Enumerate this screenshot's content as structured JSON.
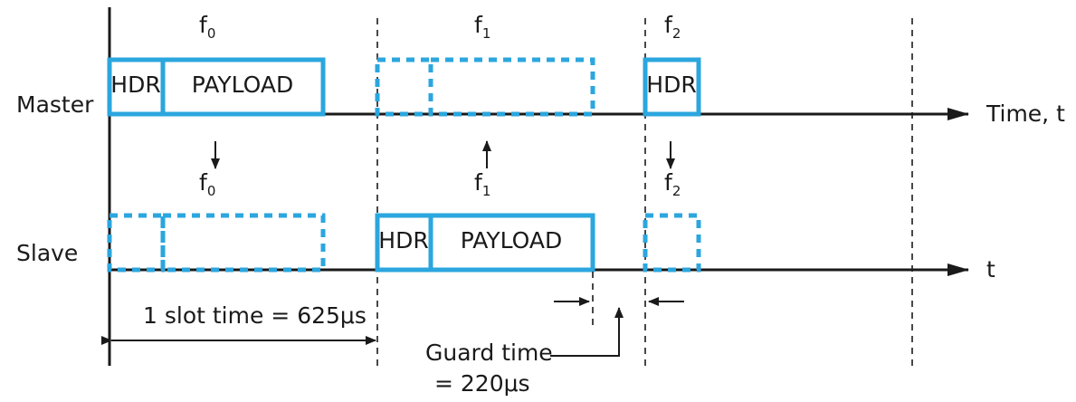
{
  "colors": {
    "accent": "#2ba6de",
    "ink": "#1a1a1a"
  },
  "rows": {
    "master": {
      "label": "Master",
      "axis_label": "Time, t"
    },
    "slave": {
      "label": "Slave",
      "axis_label": "t"
    }
  },
  "frequencies": {
    "f0": {
      "base": "f",
      "sub": "0"
    },
    "f1": {
      "base": "f",
      "sub": "1"
    },
    "f2": {
      "base": "f",
      "sub": "2"
    }
  },
  "packets": {
    "hdr": "HDR",
    "payload": "PAYLOAD"
  },
  "annotations": {
    "slot_time": "1 slot time = 625",
    "slot_unit": "μs",
    "guard_time_line1": "Guard time",
    "guard_time_line2": "= 220",
    "guard_unit": "μs"
  }
}
